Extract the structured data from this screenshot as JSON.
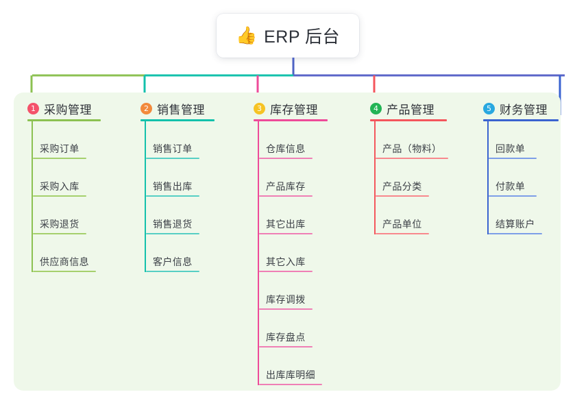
{
  "diagram": {
    "type": "mind-map",
    "background": "#ffffff",
    "panel_color": "#eff8ea",
    "root": {
      "emoji": "👍",
      "emoji_name": "thumbs-up-emoji",
      "label": "ERP 后台",
      "stem_color": "#4f63c4"
    },
    "trunk": {
      "segments": [
        {
          "color": "#8cc152"
        },
        {
          "color": "#13c1ab"
        },
        {
          "color": "#5a64c8"
        }
      ]
    },
    "branches": [
      {
        "number": "1",
        "label": "采购管理",
        "badge_color": "#f4526a",
        "line_color": "#8cc152",
        "leaf_line_color": "#a5d06d",
        "items": [
          "采购订单",
          "采购入库",
          "采购退货",
          "供应商信息"
        ]
      },
      {
        "number": "2",
        "label": "销售管理",
        "badge_color": "#f28a3c",
        "line_color": "#13c1ab",
        "leaf_line_color": "#56cfc4",
        "items": [
          "销售订单",
          "销售出库",
          "销售退货",
          "客户信息"
        ]
      },
      {
        "number": "3",
        "label": "库存管理",
        "badge_color": "#f6c324",
        "line_color": "#ee4b99",
        "leaf_line_color": "#ef7fb5",
        "items": [
          "仓库信息",
          "产品库存",
          "其它出库",
          "其它入库",
          "库存调拨",
          "库存盘点",
          "出库库明细"
        ]
      },
      {
        "number": "4",
        "label": "产品管理",
        "badge_color": "#22b455",
        "line_color": "#f4565c",
        "leaf_line_color": "#f8888d",
        "items": [
          "产品（物料）",
          "产品分类",
          "产品单位"
        ]
      },
      {
        "number": "5",
        "label": "财务管理",
        "badge_color": "#29a8e0",
        "line_color": "#3a63d0",
        "leaf_line_color": "#7d9ee8",
        "items": [
          "回款单",
          "付款单",
          "结算账户"
        ]
      }
    ]
  }
}
